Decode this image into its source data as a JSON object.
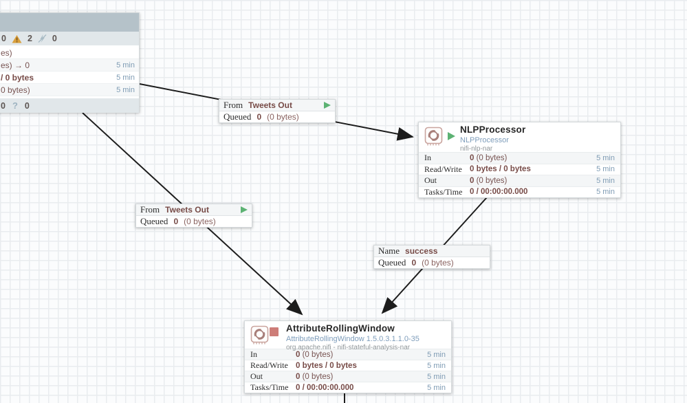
{
  "colors": {
    "value_maroon": "#775351",
    "value_bold_maroon": "#774b47",
    "duration_blue": "#7f9cb4",
    "subtitle_blue": "#7e9dbb",
    "running_green": "#5cb273",
    "stopped_red": "#cd7d78",
    "group_header_gray": "#b5c2c9",
    "warning_amber": "#d9a03c",
    "wire_black": "#1c1c1c"
  },
  "process_group": {
    "counts": {
      "first": "0",
      "warnings": "2",
      "transmitting": "0"
    },
    "stat_rows": [
      {
        "text": "es)",
        "duration": ""
      },
      {
        "text": "es) → 0",
        "duration": "5 min"
      },
      {
        "text": "/ 0 bytes",
        "duration": "5 min"
      },
      {
        "text": "0 bytes)",
        "duration": "5 min"
      }
    ],
    "footer": {
      "count_a": "0",
      "question_icon": "?",
      "count_b": "0"
    }
  },
  "connections": [
    {
      "key": "From",
      "value": "Tweets Out",
      "queued_key": "Queued",
      "queued_count": "0",
      "queued_size": "(0 bytes)"
    },
    {
      "key": "From",
      "value": "Tweets Out",
      "queued_key": "Queued",
      "queued_count": "0",
      "queued_size": "(0 bytes)"
    },
    {
      "key": "Name",
      "value": "success",
      "queued_key": "Queued",
      "queued_count": "0",
      "queued_size": "(0 bytes)"
    }
  ],
  "processors": [
    {
      "title": "NLPProcessor",
      "subtitle": "NLPProcessor",
      "bundle": "nifi-nlp-nar",
      "state": "running",
      "rows": [
        {
          "label": "In",
          "value_bold": "0",
          "value_rest": " (0 bytes)",
          "duration": "5 min"
        },
        {
          "label": "Read/Write",
          "value_bold": "0 bytes / 0 bytes",
          "value_rest": "",
          "duration": "5 min"
        },
        {
          "label": "Out",
          "value_bold": "0",
          "value_rest": " (0 bytes)",
          "duration": "5 min"
        },
        {
          "label": "Tasks/Time",
          "value_bold": "0 / 00:00:00.000",
          "value_rest": "",
          "duration": "5 min"
        }
      ]
    },
    {
      "title": "AttributeRollingWindow",
      "subtitle": "AttributeRollingWindow 1.5.0.3.1.1.0-35",
      "bundle": "org.apache.nifi - nifi-stateful-analysis-nar",
      "state": "stopped",
      "rows": [
        {
          "label": "In",
          "value_bold": "0",
          "value_rest": " (0 bytes)",
          "duration": "5 min"
        },
        {
          "label": "Read/Write",
          "value_bold": "0 bytes / 0 bytes",
          "value_rest": "",
          "duration": "5 min"
        },
        {
          "label": "Out",
          "value_bold": "0",
          "value_rest": " (0 bytes)",
          "duration": "5 min"
        },
        {
          "label": "Tasks/Time",
          "value_bold": "0 / 00:00:00.000",
          "value_rest": "",
          "duration": "5 min"
        }
      ]
    }
  ]
}
